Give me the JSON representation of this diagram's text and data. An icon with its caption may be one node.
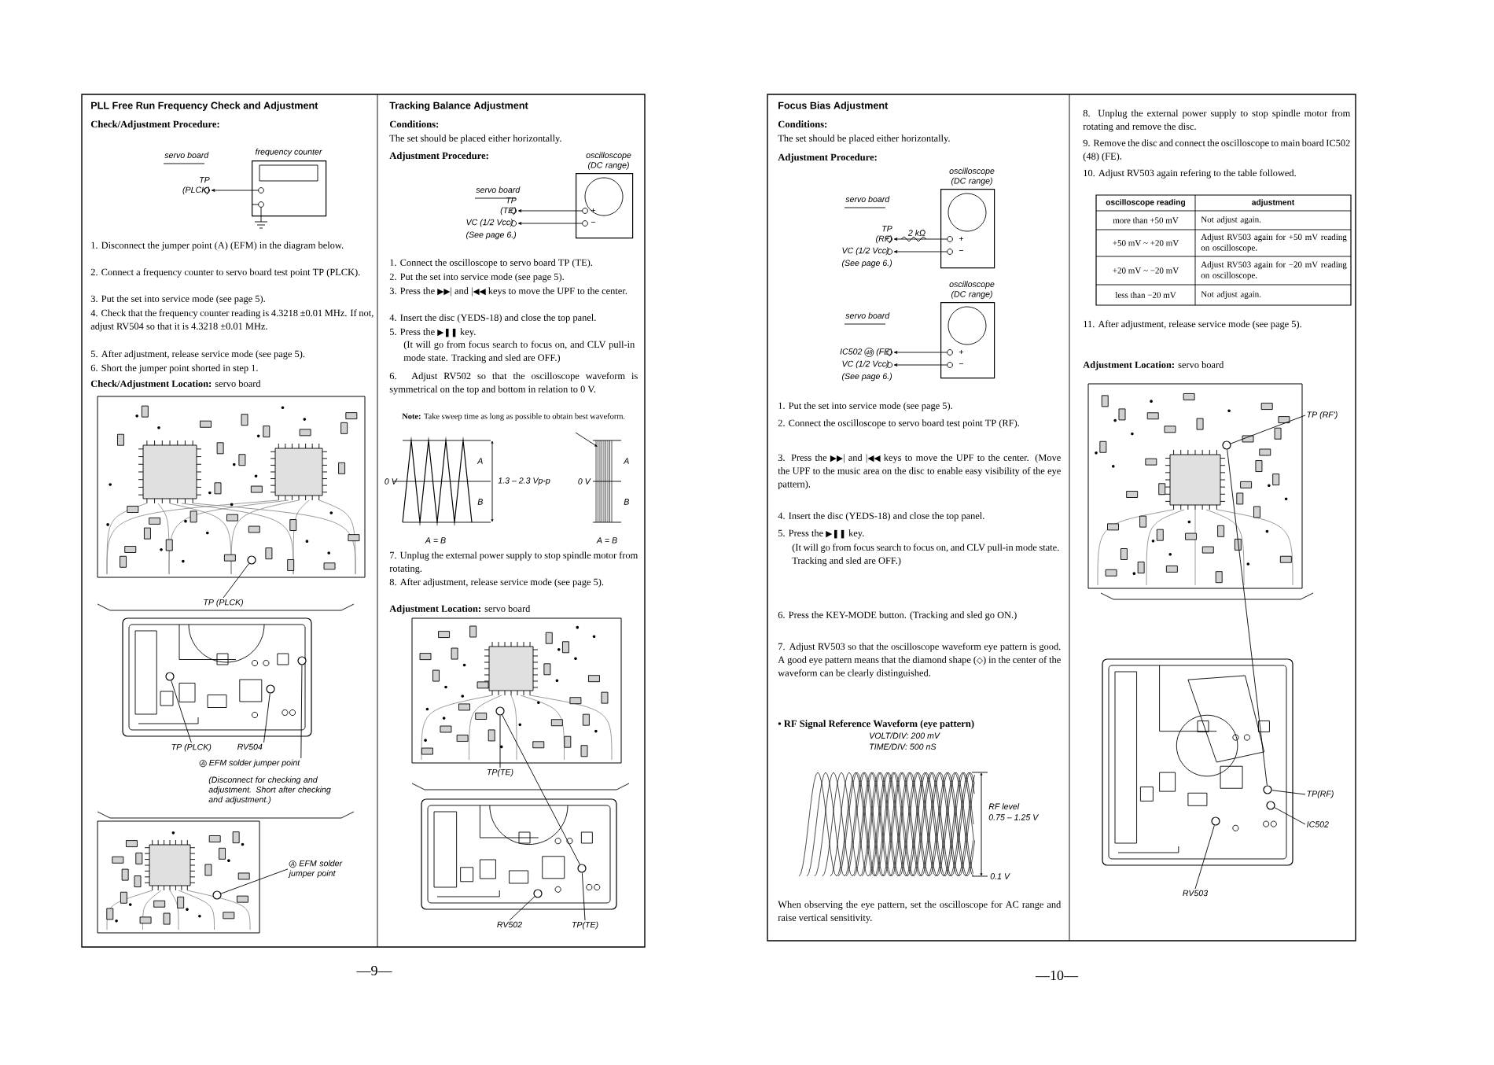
{
  "diagram": {
    "nodes": [
      {
        "text": [
          "frequency counter"
        ]
      },
      {
        "text": [
          "TP (PLCK)"
        ]
      },
      {
        "text": [
          "oscilloscope (DC range)"
        ]
      },
      {
        "text": [
          "TP (TE)"
        ]
      },
      {
        "text": [
          "VC (1/2 Vcc)",
          "(See page 6.)"
        ]
      },
      {
        "text": [
          "oscilloscope (DC range)"
        ]
      },
      {
        "text": [
          "TP (RF)"
        ]
      },
      {
        "text": [
          "VC (1/2 Vcc)",
          "(See page 6.)"
        ]
      },
      {
        "text": [
          "oscilloscope (DC range)"
        ]
      },
      {
        "text": [
          "IC502",
          "48",
          "(FE)"
        ]
      },
      {
        "text": [
          "VC (1/2 Vcc)",
          "(See page 6.)"
        ]
      },
      {
        "text": [
          "TP (PLCK)"
        ]
      },
      {
        "text": [
          "TP (PLCK)"
        ]
      },
      {
        "text": [
          "RV504"
        ]
      },
      {
        "text": [
          "A",
          "EFM solder jumper point"
        ]
      },
      {
        "text": [
          "A",
          "EFM solder jumper point"
        ]
      },
      {
        "text": [
          "TP(TE)"
        ]
      },
      {
        "text": [
          "RV502"
        ]
      },
      {
        "text": [
          "TP(TE)"
        ]
      },
      {
        "text": [
          "TP (RF')"
        ]
      },
      {
        "text": [
          "TP(RF)"
        ]
      },
      {
        "text": [
          "IC502"
        ]
      },
      {
        "text": [
          "RV503"
        ]
      },
      {
        "text": [],
        "shape": "circle"
      },
      {
        "text": [],
        "shape": "circle"
      },
      {
        "text": [],
        "shape": "circle"
      },
      {
        "text": [],
        "shape": "circle"
      },
      {
        "text": [],
        "shape": "circle"
      },
      {
        "text": [],
        "shape": "circle"
      },
      {
        "text": [],
        "shape": "circle"
      },
      {
        "text": [],
        "shape": "circle"
      },
      {
        "text": [],
        "shape": "circle"
      },
      {
        "text": [],
        "shape": "circle"
      },
      {
        "text": [],
        "shape": "circle"
      },
      {
        "text": [],
        "shape": "circle"
      }
    ],
    "edges": [
      {
        "from": 0,
        "to": 1,
        "arrow": "to"
      },
      {
        "from": 2,
        "to": 3,
        "arrow": "to"
      },
      {
        "from": 2,
        "to": 4,
        "arrow": "to"
      },
      {
        "from": 5,
        "to": 6,
        "arrow": "to",
        "label": "2 kΩ"
      },
      {
        "from": 5,
        "to": 7,
        "arrow": "to"
      },
      {
        "from": 8,
        "to": 9,
        "arrow": "to"
      },
      {
        "from": 8,
        "to": 10,
        "arrow": "to"
      },
      {
        "from": 11,
        "to": 23,
        "arrow": "none"
      },
      {
        "from": 12,
        "to": 24,
        "arrow": "none"
      },
      {
        "from": 13,
        "to": 25,
        "arrow": "none"
      },
      {
        "from": 14,
        "to": 26,
        "arrow": "none"
      },
      {
        "from": 15,
        "to": 27,
        "arrow": "none"
      },
      {
        "from": 16,
        "to": 28,
        "arrow": "none"
      },
      {
        "from": 17,
        "to": 29,
        "arrow": "none"
      },
      {
        "from": 18,
        "to": 34,
        "arrow": "none"
      },
      {
        "from": 19,
        "to": 30,
        "arrow": "none"
      },
      {
        "from": 20,
        "to": 31,
        "arrow": "none"
      },
      {
        "from": 21,
        "to": 32,
        "arrow": "none"
      },
      {
        "from": 22,
        "to": 33,
        "arrow": "none"
      },
      {
        "from": 30,
        "to": 31,
        "arrow": "none"
      },
      {
        "from": 28,
        "to": 34,
        "arrow": "none"
      }
    ],
    "labels": [
      "PLL Free Run Frequency Check and Adjustment",
      "Check/Adjustment Procedure:",
      "servo board",
      "1. Disconnect the jumper point (A) (EFM) in the diagram below.",
      "2. Connect a frequency counter to servo board test point TP (PLCK).",
      "3. Put the set into service mode (see page 5).",
      "4. Check that the frequency counter reading is 4.3218 ±0.01 MHz. If not, adjust RV504 so that it is 4.3218 ±0.01 MHz.",
      "5. After adjustment, release service mode (see page 5).",
      "6. Short the jumper point shorted in step 1.",
      "**Check/Adjustment Location:** servo board",
      "(Disconnect for checking and adjustment. Short after checking and adjustment.)",
      "Tracking Balance Adjustment",
      "Conditions:",
      "The set should be placed either horizontally.",
      "Adjustment Procedure:",
      "servo board",
      "+",
      "−",
      "1. Connect the oscilloscope to servo board TP (TE).",
      "2. Put the set into service mode (see page 5).",
      "3. Press the ▶▶| and |◀◀ keys to move the UPF to the center.",
      "4. Insert the disc (YEDS-18) and close the top panel.",
      "5. Press the ▶❚❚ key.",
      "(It will go from focus search to focus on, and CLV pull-in mode state. Tracking and sled are OFF.)",
      "6. Adjust RV502 so that the oscilloscope waveform is symmetrical on the top and bottom in relation to 0 V.",
      "**Note:** Take sweep time as long as possible to obtain best waveform.",
      "A",
      "B",
      "0 V",
      "1.3 – 2.3 Vp-p",
      "0 V",
      "A",
      "B",
      "A = B",
      "A = B",
      "7. Unplug the external power supply to stop spindle motor from rotating.",
      "8. After adjustment, release service mode (see page 5).",
      "**Adjustment Location:** servo board",
      "Focus Bias Adjustment",
      "Conditions:",
      "The set should be placed either horizontally.",
      "Adjustment Procedure:",
      "servo board",
      "+",
      "−",
      "servo board",
      "+",
      "−",
      "1. Put the set into service mode (see page 5).",
      "2. Connect the oscilloscope to servo board test point TP (RF).",
      "3. Press the ▶▶| and |◀◀ keys to move the UPF to the center. (Move the UPF to the music area on the disc to enable easy visibility of the eye pattern).",
      "4. Insert the disc (YEDS-18) and close the top panel.",
      "5. Press the ▶❚❚ key.",
      "(It will go from focus search to focus on, and CLV pull-in mode state. Tracking and sled are OFF.)",
      "6. Press the KEY-MODE button. (Tracking and sled go ON.)",
      "7. Adjust RV503 so that the oscilloscope waveform eye pattern is good. A good eye pattern means that the diamond shape (◇) in the center of the waveform can be clearly distinguished.",
      "• RF Signal Reference Waveform (eye pattern)",
      "VOLT/DIV: 200 mV",
      "TIME/DIV: 500 nS",
      "RF level",
      "0.75 – 1.25 V",
      "0.1 V",
      "When observing the eye pattern, set the oscilloscope for AC range and raise vertical sensitivity.",
      "8. Unplug the external power supply to stop spindle motor from rotating and remove the disc.",
      "9. Remove the disc and connect the oscilloscope to main board IC502 (48) (FE).",
      "10. Adjust RV503 again refering to the table followed.",
      "oscilloscope reading",
      "adjustment",
      "more than +50 mV",
      "Not adjust again.",
      "+50 mV ~ +20 mV",
      "Adjust RV503 again for +50 mV reading on oscilloscope.",
      "+20 mV ~ −20 mV",
      "Adjust RV503 again for −20 mV reading on oscilloscope.",
      "less than −20 mV",
      "Not adjust again.",
      "11. After adjustment, release service mode (see page 5).",
      "**Adjustment Location:** servo board",
      "—9—",
      "—10—"
    ]
  }
}
